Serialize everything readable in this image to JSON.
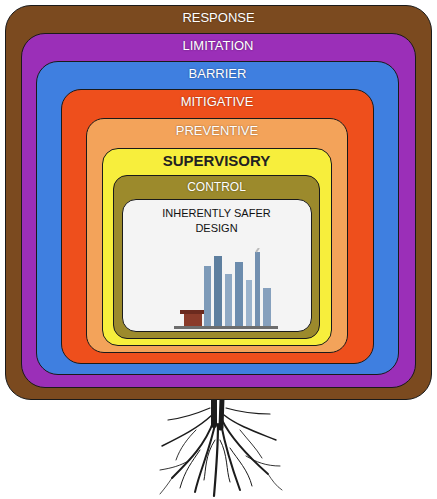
{
  "diagram": {
    "nodes": [
      {
        "text": [
          "RESPONSE"
        ]
      },
      {
        "text": [
          "LIMITATION"
        ],
        "in": 0
      },
      {
        "text": [
          "BARRIER"
        ],
        "in": 1
      },
      {
        "text": [
          "MITIGATIVE"
        ],
        "in": 2
      },
      {
        "text": [
          "PREVENTIVE"
        ],
        "in": 3
      },
      {
        "text": [
          "SUPERVISORY"
        ],
        "in": 4
      },
      {
        "text": [
          "CONTROL"
        ],
        "in": 5
      },
      {
        "text": [
          "INHERENTLY SAFER DESIGN"
        ],
        "in": 6
      }
    ]
  }
}
